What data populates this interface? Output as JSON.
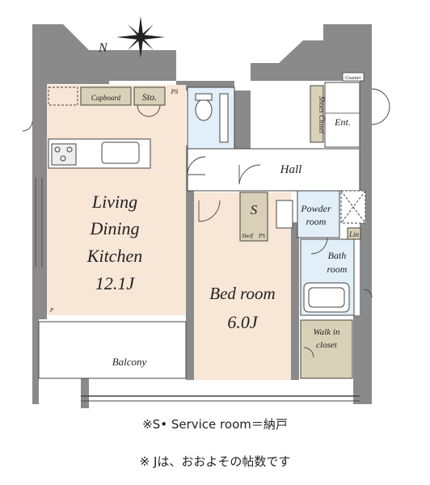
{
  "rooms": {
    "ldk": [
      "Living",
      "Dining",
      "Kitchen"
    ],
    "ldk_area": "12.1J",
    "bedroom": "Bed room",
    "bedroom_area": "6.0J",
    "hall": "Hall",
    "service_room": "S",
    "powder_room": [
      "Powder",
      "room"
    ],
    "bath_room": [
      "Bath",
      "room"
    ],
    "walk_in_closet": [
      "Walk in",
      "closet"
    ],
    "balcony": "Balcony",
    "entrance": "Ent.",
    "shoes_closet": "Shoes Closet"
  },
  "fixtures": {
    "cupboard": "Cupboard",
    "storage": "Sto.",
    "ps_top": "PS",
    "ps_mid": "PS",
    "shelf": "Shelf",
    "linen": "Lin",
    "counter": "Counter",
    "p_mark": "P"
  },
  "compass": {
    "north": "N"
  },
  "notes": {
    "service_note": "※S• Service room＝納戸",
    "area_note": "※ Jは、おおよその帖数です"
  },
  "colors": {
    "ldk_floor": "#f8e6d6",
    "wet_area": "#e2eef8",
    "storage": "#d9d0b8",
    "wall": "#8a8a8a"
  }
}
